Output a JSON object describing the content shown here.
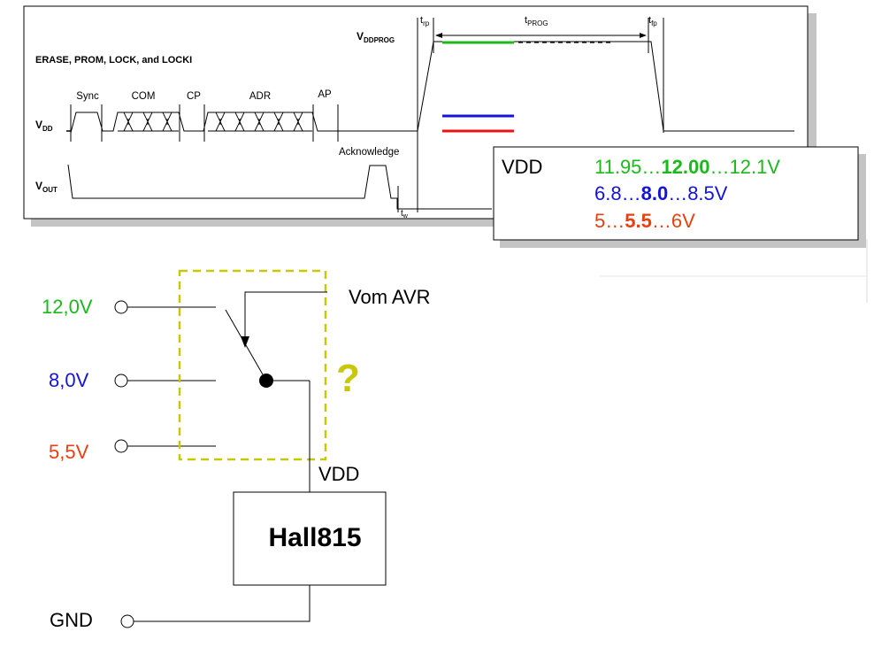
{
  "timing": {
    "title": "ERASE, PROM, LOCK, and LOCKI",
    "phases": [
      "Sync",
      "COM",
      "CP",
      "ADR",
      "AP"
    ],
    "vdd_main": "V",
    "vdd_sub": "DD",
    "vout_main": "V",
    "vout_sub": "OUT",
    "ack": "Acknowledge",
    "tw_main": "t",
    "tw_sub": "w",
    "trp_main": "t",
    "trp_sub": "rp",
    "tprog_main": "t",
    "tprog_sub": "PROG",
    "tfp_main": "t",
    "tfp_sub": "fp",
    "vddprog_main": "V",
    "vddprog_sub": "DDPROG"
  },
  "callout": {
    "label": "VDD",
    "rows": [
      {
        "lo": "11.95…",
        "nom": "12.00",
        "hi": "…12.1V",
        "color": "#1aba1a"
      },
      {
        "lo": "6.8…",
        "nom": "8.0",
        "hi": "…8.5V",
        "color": "#1414d8"
      },
      {
        "lo": "5…",
        "nom": "5.5",
        "hi": "…6V",
        "color": "#e84010"
      }
    ]
  },
  "schematic": {
    "inputs": [
      {
        "label": "12,0V",
        "color": "#1aba1a"
      },
      {
        "label": "8,0V",
        "color": "#1414d8"
      },
      {
        "label": "5,5V",
        "color": "#e84010"
      }
    ],
    "control": "Vom AVR",
    "question": "?",
    "question_color": "#c8c80a",
    "vdd": "VDD",
    "chip": "Hall815",
    "gnd": "GND"
  }
}
